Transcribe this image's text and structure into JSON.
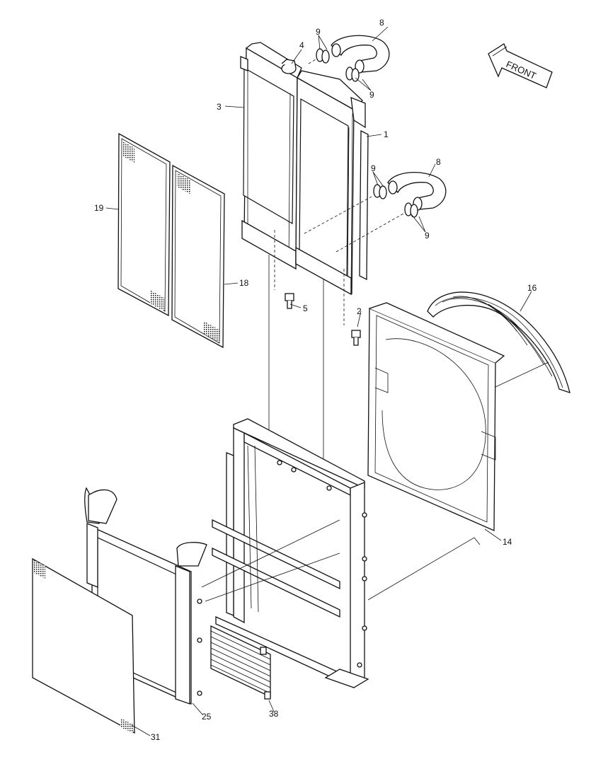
{
  "diagram": {
    "direction_label": "FRONT",
    "callouts": [
      {
        "id": "c1",
        "text": "1"
      },
      {
        "id": "c2",
        "text": "2"
      },
      {
        "id": "c3",
        "text": "3"
      },
      {
        "id": "c4",
        "text": "4"
      },
      {
        "id": "c5",
        "text": "5"
      },
      {
        "id": "c8a",
        "text": "8"
      },
      {
        "id": "c8b",
        "text": "8"
      },
      {
        "id": "c9a",
        "text": "9"
      },
      {
        "id": "c9b",
        "text": "9"
      },
      {
        "id": "c9c",
        "text": "9"
      },
      {
        "id": "c9d",
        "text": "9"
      },
      {
        "id": "c14",
        "text": "14"
      },
      {
        "id": "c16",
        "text": "16"
      },
      {
        "id": "c18",
        "text": "18"
      },
      {
        "id": "c19",
        "text": "19"
      },
      {
        "id": "c25",
        "text": "25"
      },
      {
        "id": "c31",
        "text": "31"
      },
      {
        "id": "c38",
        "text": "38"
      }
    ]
  }
}
